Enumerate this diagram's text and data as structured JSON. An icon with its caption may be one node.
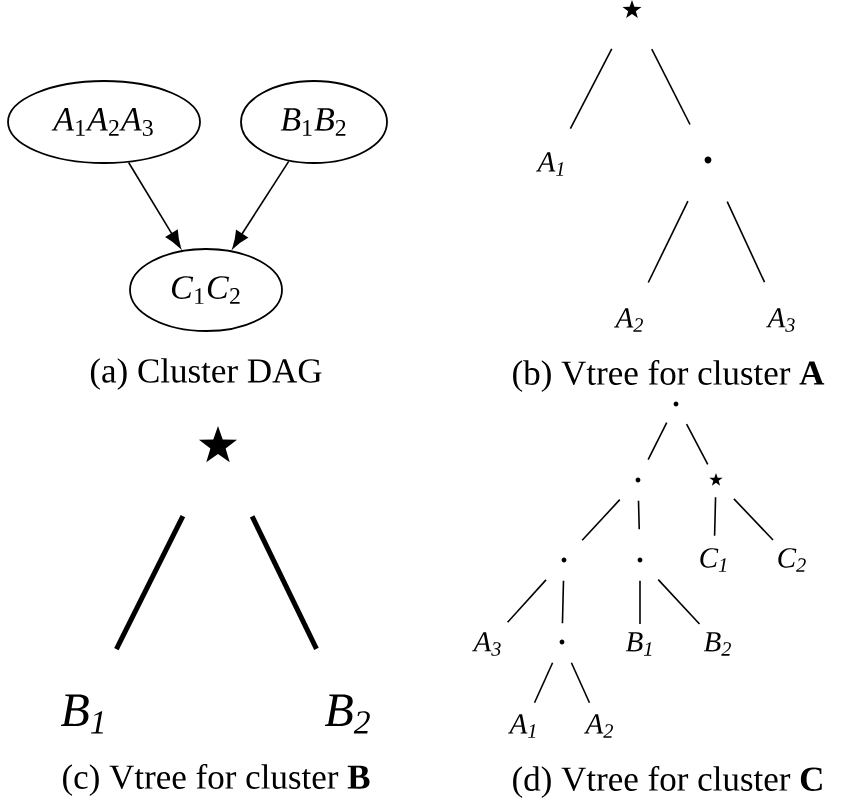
{
  "diagram": {
    "nodes": [
      {
        "text": [
          "*A*$_{1}$*A*$_{2}$*A*$_{3}$"
        ]
      },
      {
        "text": [
          "*B*$_{1}$*B*$_{2}$"
        ]
      },
      {
        "text": [
          "*C*$_{1}$*C*$_{2}$"
        ]
      },
      {
        "text": [],
        "shape": "star"
      },
      {
        "text": [
          "A$_{1}$"
        ]
      },
      {
        "text": [],
        "shape": "dot"
      },
      {
        "text": [
          "A$_{2}$"
        ]
      },
      {
        "text": [
          "A$_{3}$"
        ]
      },
      {
        "text": [],
        "shape": "star"
      },
      {
        "text": [
          "B$_{1}$"
        ]
      },
      {
        "text": [
          "B$_{2}$"
        ]
      },
      {
        "text": [],
        "shape": "dot"
      },
      {
        "text": [],
        "shape": "dot"
      },
      {
        "text": [],
        "shape": "star"
      },
      {
        "text": [],
        "shape": "dot"
      },
      {
        "text": [],
        "shape": "dot"
      },
      {
        "text": [
          "C$_{1}$"
        ]
      },
      {
        "text": [
          "C$_{2}$"
        ]
      },
      {
        "text": [
          "A$_{3}$"
        ]
      },
      {
        "text": [],
        "shape": "dot"
      },
      {
        "text": [
          "B$_{1}$"
        ]
      },
      {
        "text": [
          "B$_{2}$"
        ]
      },
      {
        "text": [
          "A$_{1}$"
        ]
      },
      {
        "text": [
          "A$_{2}$"
        ]
      }
    ],
    "edges": [
      {
        "from": 0,
        "to": 2,
        "arrow": "to"
      },
      {
        "from": 1,
        "to": 2,
        "arrow": "to"
      },
      {
        "from": 3,
        "to": 4,
        "arrow": "none"
      },
      {
        "from": 3,
        "to": 5,
        "arrow": "none"
      },
      {
        "from": 5,
        "to": 6,
        "arrow": "none"
      },
      {
        "from": 5,
        "to": 7,
        "arrow": "none"
      },
      {
        "from": 8,
        "to": 9,
        "arrow": "none",
        "style": "thick"
      },
      {
        "from": 8,
        "to": 10,
        "arrow": "none",
        "style": "thick"
      },
      {
        "from": 11,
        "to": 12,
        "arrow": "none"
      },
      {
        "from": 11,
        "to": 13,
        "arrow": "none"
      },
      {
        "from": 12,
        "to": 14,
        "arrow": "none"
      },
      {
        "from": 12,
        "to": 15,
        "arrow": "none"
      },
      {
        "from": 13,
        "to": 16,
        "arrow": "none"
      },
      {
        "from": 13,
        "to": 17,
        "arrow": "none"
      },
      {
        "from": 14,
        "to": 18,
        "arrow": "none"
      },
      {
        "from": 14,
        "to": 19,
        "arrow": "none"
      },
      {
        "from": 15,
        "to": 20,
        "arrow": "none"
      },
      {
        "from": 15,
        "to": 21,
        "arrow": "none"
      },
      {
        "from": 19,
        "to": 22,
        "arrow": "none"
      },
      {
        "from": 19,
        "to": 23,
        "arrow": "none"
      }
    ],
    "labels": [
      "(a) Cluster DAG",
      "(b) Vtree for cluster **A**",
      "(c) Vtree for cluster **B**",
      "(d) Vtree for cluster **C**"
    ]
  }
}
